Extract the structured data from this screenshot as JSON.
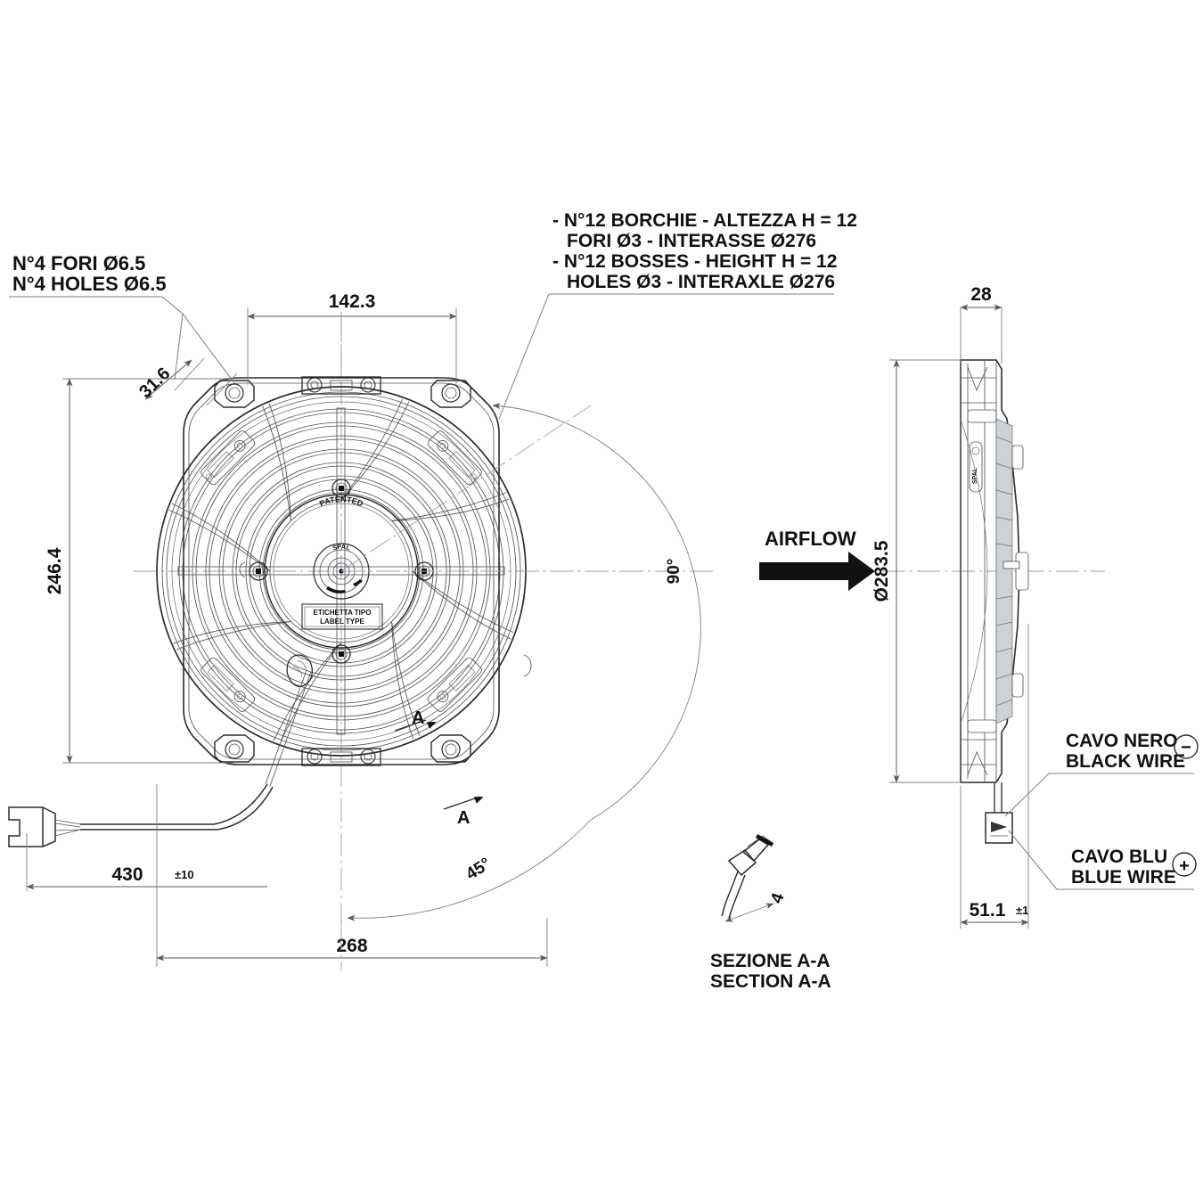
{
  "drawing": {
    "title": "SPAL axial fan assembly drawing",
    "brand": "SPAL",
    "hub_text_patented": "PATENTED",
    "label_box_line1": "ETICHETTA TIPO",
    "label_box_line2": "LABEL TYPE",
    "section_mark": "A"
  },
  "annotations": {
    "holes_note": {
      "line1": "N°4 FORI Ø6.5",
      "line2": "N°4 HOLES Ø6.5"
    },
    "bosses_note": {
      "line1": "- N°12 BORCHIE - ALTEZZA H = 12",
      "line2": "FORI Ø3 - INTERASSE Ø276",
      "line3": "- N°12 BOSSES - HEIGHT H = 12",
      "line4": "HOLES Ø3 - INTERAXLE Ø276"
    },
    "airflow_label": "AIRFLOW",
    "black_wire": {
      "line1": "CAVO NERO",
      "line2": "BLACK WIRE",
      "polarity": "−"
    },
    "blue_wire": {
      "line1": "CAVO BLU",
      "line2": "BLUE WIRE",
      "polarity": "+"
    },
    "section_caption": {
      "line1": "SEZIONE A-A",
      "line2": "SECTION A-A"
    }
  },
  "dimensions": {
    "top_width": "142.3",
    "corner_offset": "31.6",
    "height_vertical": "246.4",
    "overall_width": "268",
    "cable_length_value": "430",
    "cable_length_tol": "±10",
    "angle_90": "90°",
    "angle_45": "45°",
    "flange_depth": "28",
    "outer_diameter": "Ø283.5",
    "overall_depth_value": "51.1",
    "overall_depth_tol": "±1",
    "section_thickness": "4"
  },
  "colors": {
    "ink": "#111111",
    "dim_gray": "#7b7f84",
    "part_line": "#2b2b2b",
    "background": "#ffffff"
  }
}
